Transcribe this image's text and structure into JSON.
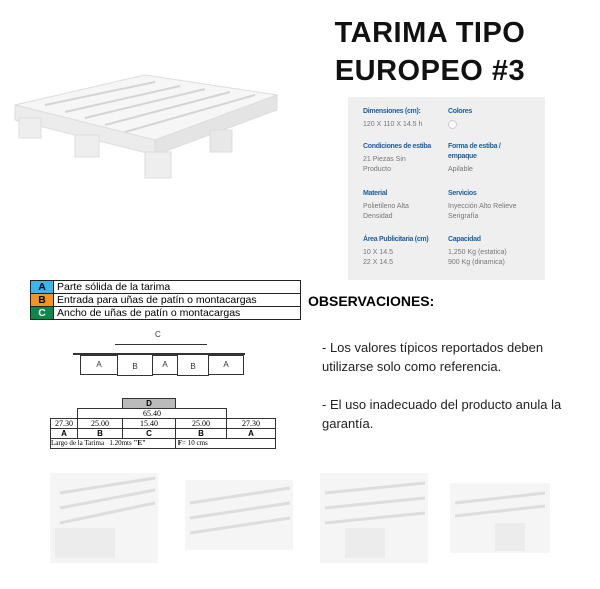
{
  "title": {
    "line1": "TARIMA TIPO",
    "line2": "EUROPEO #3"
  },
  "specs": [
    {
      "label": "Dimensiones (cm):",
      "value": [
        "120 X 110 X 14.5 h"
      ]
    },
    {
      "label": "Colores",
      "value": []
    },
    {
      "label": "Condiciones de estiba",
      "value": [
        "21 Piezas Sin",
        "Producto"
      ]
    },
    {
      "label": "Forma de estiba / empaque",
      "value": [
        "Apilable"
      ]
    },
    {
      "label": "Material",
      "value": [
        "Polietileno Alta",
        "Densidad"
      ]
    },
    {
      "label": "Servicios",
      "value": [
        "Inyección Alto Relieve",
        "Serigrafía"
      ]
    },
    {
      "label": "Área Publicitaria (cm)",
      "value": [
        "10 X 14.5",
        "22 X 14.5"
      ]
    },
    {
      "label": "Capacidad",
      "value": [
        "1,250 Kg (estatica)",
        "900 Kg (dinamica)"
      ]
    }
  ],
  "legend": [
    {
      "key": "A",
      "text": "Parte sólida de la tarima",
      "color": "#3bb6e8"
    },
    {
      "key": "B",
      "text": "Entrada para uñas de patín o montacargas",
      "color": "#f7941d"
    },
    {
      "key": "C",
      "text": "Ancho de uñas de patín o montacargas",
      "color": "#0a8a4a"
    }
  ],
  "diagram": {
    "top_label": "C",
    "blocks": [
      "A",
      "B",
      "A",
      "B",
      "A"
    ]
  },
  "dim_table": {
    "d": "D",
    "total": "65.40",
    "values": [
      "27.30",
      "25.00",
      "15.40",
      "25.00",
      "27.30"
    ],
    "keys": [
      "A",
      "B",
      "C",
      "B",
      "A"
    ],
    "largo": "Largo de la Tarima",
    "largo_val": "1.20mts",
    "e": "\"E\"",
    "f": "F",
    "f_val": "= 10 cms"
  },
  "observaciones": {
    "title": "OBSERVACIONES:",
    "notes": [
      "- Los valores típicos reportados deben utilizarse solo como referencia.",
      "- El uso inadecuado  del producto anula la garantía."
    ]
  }
}
